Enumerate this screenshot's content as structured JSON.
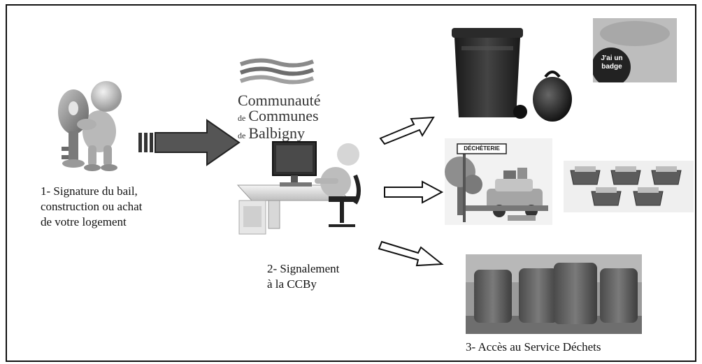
{
  "steps": {
    "step1": {
      "line1": "1- Signature du bail,",
      "line2": "construction ou achat",
      "line3": "de votre logement"
    },
    "step2": {
      "line1": "2- Signalement",
      "line2": "à la CCBy"
    },
    "step3": {
      "label": "3- Accès au Service Déchets"
    }
  },
  "logo": {
    "line1_big": "Communauté",
    "line2_small": "de",
    "line2_big": "Communes",
    "line3_small": "de",
    "line3_big": "Balbigny"
  },
  "badge": {
    "line1": "J'ai un",
    "line2": "badge"
  },
  "decheterie_sign": "DÉCHÈTERIE"
}
